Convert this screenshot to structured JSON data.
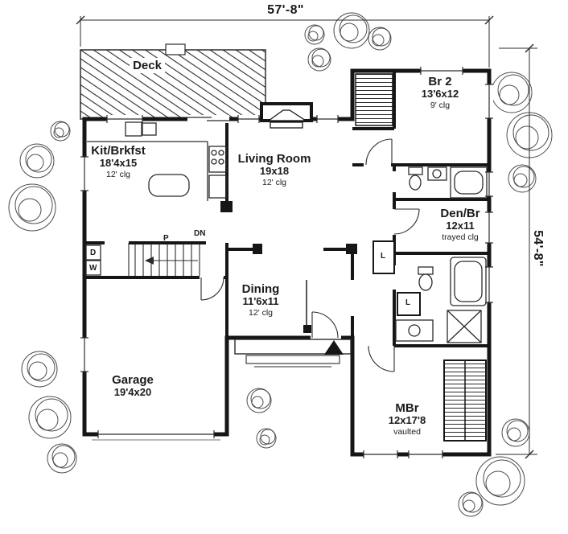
{
  "dimensions": {
    "width": "57'-8\"",
    "depth": "54'-8\""
  },
  "rooms": {
    "deck": {
      "name": "Deck"
    },
    "kitchen": {
      "name": "Kit/Brkfst",
      "size": "18'4x15",
      "ceiling": "12' clg"
    },
    "living": {
      "name": "Living Room",
      "size": "19x18",
      "ceiling": "12' clg"
    },
    "br2": {
      "name": "Br 2",
      "size": "13'6x12",
      "ceiling": "9' clg"
    },
    "den": {
      "name": "Den/Br",
      "size": "12x11",
      "ceiling": "trayed clg"
    },
    "dining": {
      "name": "Dining",
      "size": "11'6x11",
      "ceiling": "12' clg"
    },
    "garage": {
      "name": "Garage",
      "size": "19'4x20"
    },
    "mbr": {
      "name": "MBr",
      "size": "12x17'8",
      "ceiling": "vaulted"
    }
  },
  "annotations": {
    "stairs": "DN",
    "pantry": "P",
    "dryer": "D",
    "washer": "W",
    "linen_hall": "L",
    "linen_bath": "L"
  },
  "colors": {
    "ink": "#1b1b1b",
    "paper": "#ffffff"
  }
}
